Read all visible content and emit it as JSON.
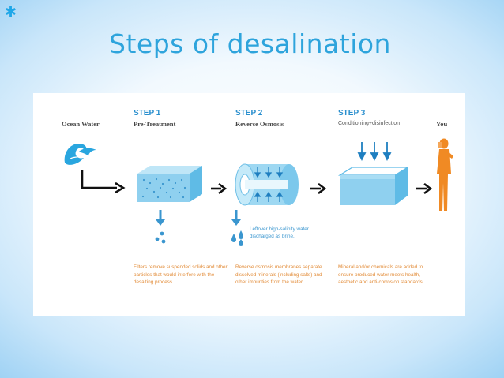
{
  "slide": {
    "title": "Steps of desalination",
    "bullet_glyph": "✱"
  },
  "diagram": {
    "start_label": "Ocean Water",
    "end_label": "You",
    "steps": [
      {
        "heading": "STEP 1",
        "name": "Pre-Treatment",
        "description": "Filters remove suspended solids and other particles that would interfere with the desalting process"
      },
      {
        "heading": "STEP 2",
        "name": "Reverse Osmosis",
        "description": "Reverse osmosis membranes separate dissolved minerals (including salts) and other impurities from the water",
        "side_note": "Leftover high-salinity water discharged as brine."
      },
      {
        "heading": "STEP 3",
        "name": "Conditioning+disinfection",
        "description": "Mineral and/or chemicals are added to ensure produced water meets health, aesthetic and anti-corrosion standards."
      }
    ],
    "colors": {
      "step_blue": "#2a8fce",
      "water_blue": "#8fd0ef",
      "water_dark": "#4fb0e0",
      "description_orange": "#e28b37",
      "person_orange": "#f08a24",
      "arrow_black": "#111111"
    },
    "icons": [
      "wave-icon",
      "arrow-right-icon",
      "arrow-down-icon",
      "filter-tank-icon",
      "membrane-cylinder-icon",
      "conditioning-tank-icon",
      "person-drinking-icon",
      "water-drops-icon"
    ]
  }
}
